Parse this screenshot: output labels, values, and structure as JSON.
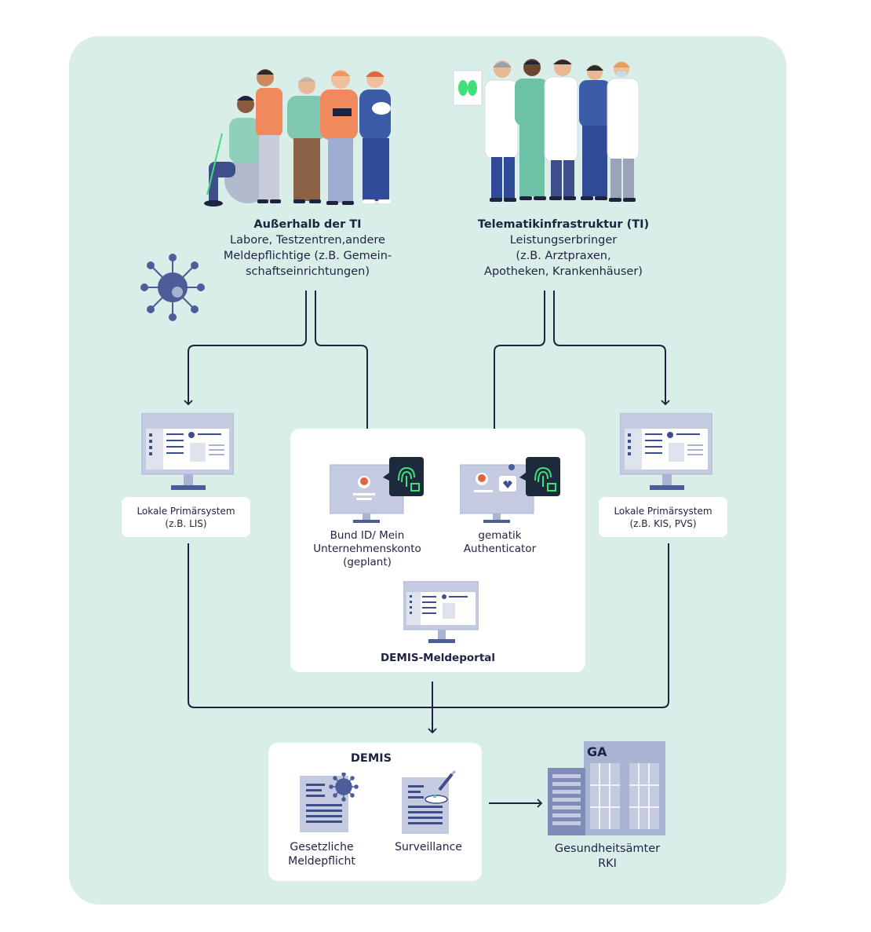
{
  "groups": {
    "outside_ti": {
      "title": "Außerhalb der TI",
      "line1": "Labore, Testzentren,andere",
      "line2": "Meldepflichtige (z.B. Gemein-",
      "line3": "schaftseinrichtungen)"
    },
    "ti": {
      "title": "Telematikinfrastruktur (TI)",
      "line1": "Leistungserbringer",
      "line2": "(z.B. Arztpraxen,",
      "line3": "Apotheken, Krankenhäuser)"
    }
  },
  "primary_left": {
    "line1": "Lokale Primärsystem",
    "line2": "(z.B. LIS)"
  },
  "primary_right": {
    "line1": "Lokale Primärsystem",
    "line2": "(z.B. KIS, PVS)"
  },
  "portal": {
    "bund_id": {
      "line1": "Bund ID/ Mein",
      "line2": "Unternehmenskonto",
      "line3": "(geplant)"
    },
    "authenticator": {
      "line1": "gematik",
      "line2": "Authenticator"
    },
    "label": "DEMIS-Meldeportal"
  },
  "demis": {
    "title": "DEMIS",
    "legal": {
      "line1": "Gesetzliche",
      "line2": "Meldepflicht"
    },
    "surveillance": "Surveillance"
  },
  "receivers": {
    "sign": "GA",
    "line1": "Gesundheitsämter",
    "line2": "RKI"
  },
  "colors": {
    "background": "#d9eee8",
    "line": "#1e2340",
    "monitor": "#c4cbe0",
    "fingerprint_box": "#1d2a3b",
    "fingerprint": "#3ee07a",
    "building": "#a9b4d2"
  }
}
